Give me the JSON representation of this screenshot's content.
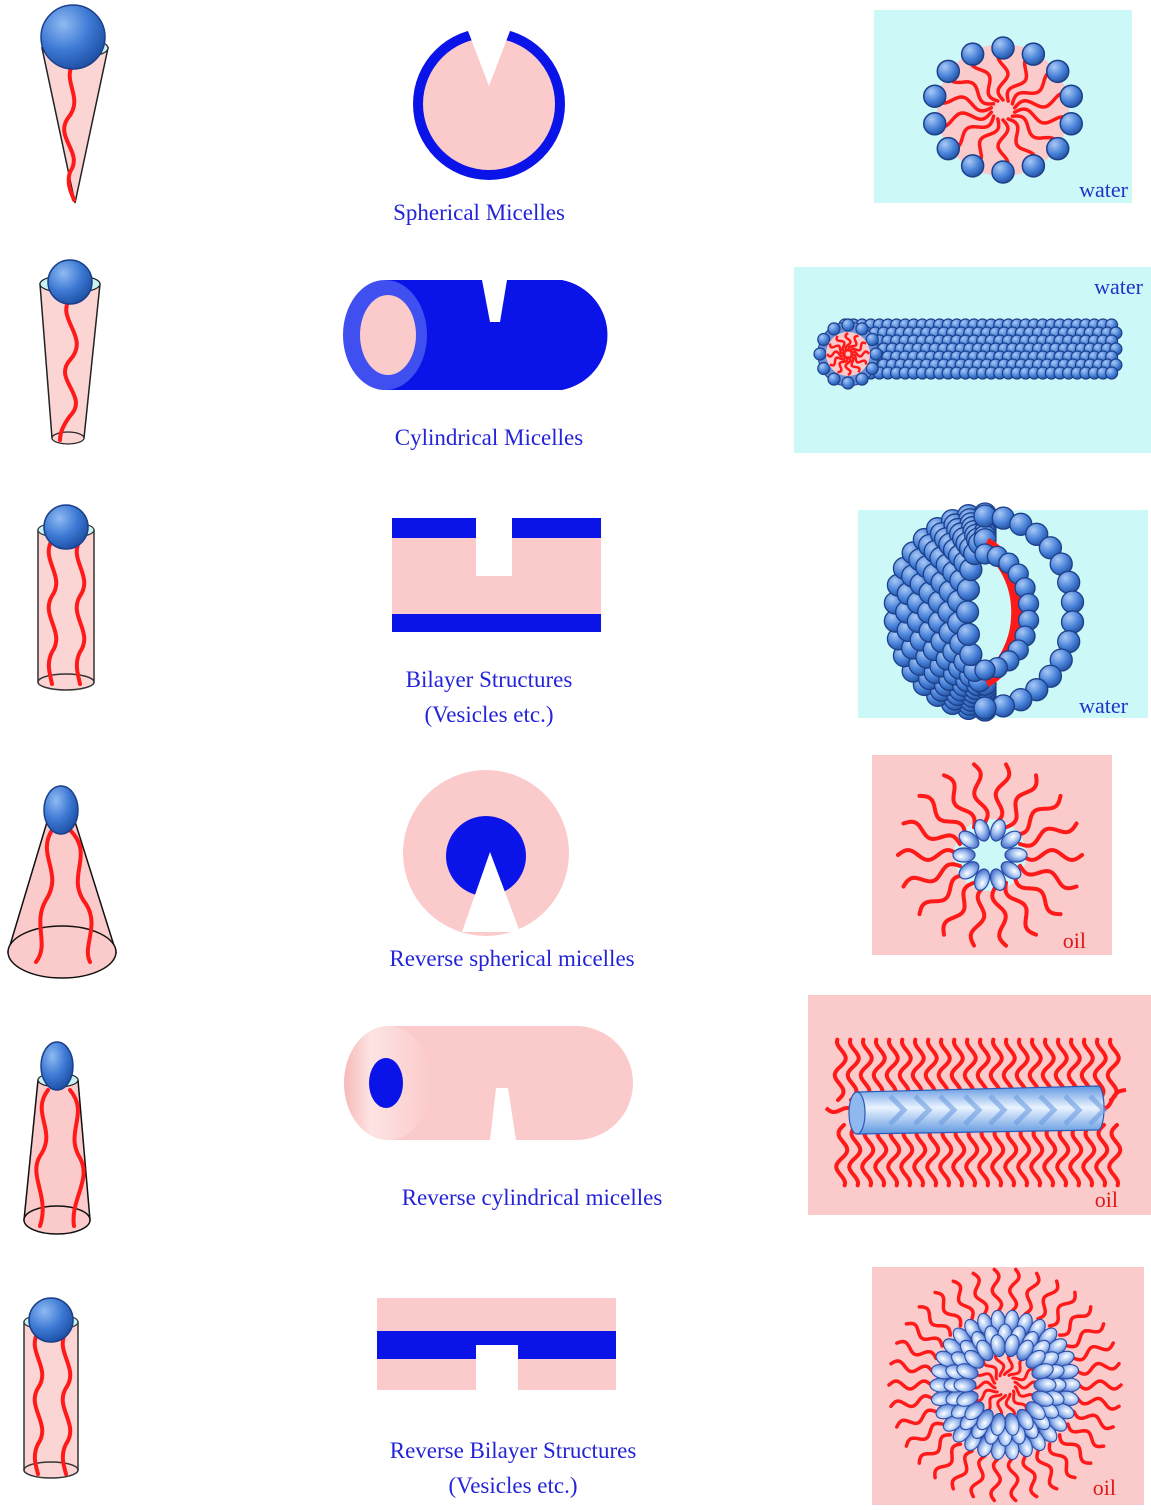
{
  "colors": {
    "head": "#3a78d6",
    "tail": "#ff1a1a",
    "pink": "#fbcaca",
    "blue": "#0a14e8",
    "water": "#ccf8f8",
    "oil": "#fbcaca",
    "label": "#2323d8"
  },
  "rows": [
    {
      "id": "spherical",
      "label_lines": [
        "Spherical Micelles"
      ],
      "medium": "water",
      "shape": "cone"
    },
    {
      "id": "cylindrical",
      "label_lines": [
        "Cylindrical Micelles"
      ],
      "medium": "water",
      "shape": "truncated-cone"
    },
    {
      "id": "bilayer",
      "label_lines": [
        "Bilayer Structures",
        "(Vesicles etc.)"
      ],
      "medium": "water",
      "shape": "cylinder"
    },
    {
      "id": "reverse-spherical",
      "label_lines": [
        "Reverse spherical micelles"
      ],
      "medium": "oil",
      "shape": "inverted-cone"
    },
    {
      "id": "reverse-cylindrical",
      "label_lines": [
        "Reverse cylindrical micelles"
      ],
      "medium": "oil",
      "shape": "inverted-truncated-cone"
    },
    {
      "id": "reverse-bilayer",
      "label_lines": [
        "Reverse Bilayer Structures",
        "(Vesicles etc.)"
      ],
      "medium": "oil",
      "shape": "cylinder"
    }
  ]
}
